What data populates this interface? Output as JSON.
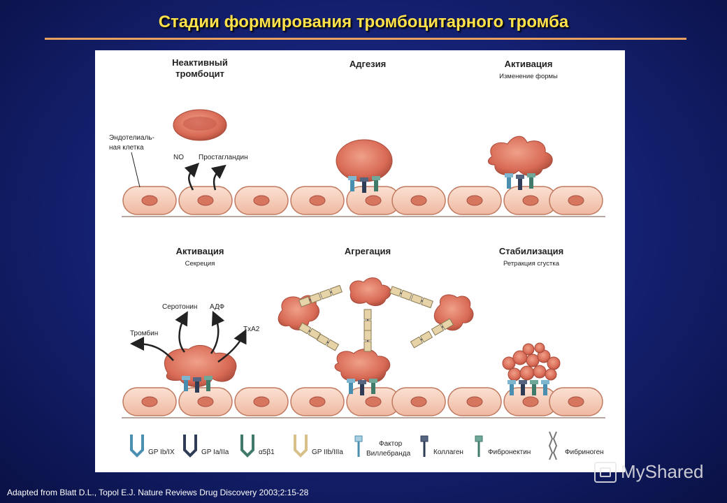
{
  "title": "Стадии формирования тромбоцитарного тромба",
  "citation": "Adapted from Blatt D.L., Topol E.J. Nature Reviews Drug Discovery 2003;2:15-28",
  "watermark": "MyShared",
  "stages_top": {
    "inactive": {
      "line1": "Неактивный",
      "line2": "тромбоцит"
    },
    "adhesion": "Адгезия",
    "activation_shape": {
      "title": "Активация",
      "subtitle": "Изменение формы"
    }
  },
  "stages_bottom": {
    "activation_secretion": {
      "title": "Активация",
      "subtitle": "Секреция"
    },
    "aggregation": "Агрегация",
    "stabilization": {
      "title": "Стабилизация",
      "subtitle": "Ретракция сгустка"
    }
  },
  "labels": {
    "endothelial_line1": "Эндотелиаль-",
    "endothelial_line2": "ная клетка",
    "no": "NO",
    "prostaglandin": "Простагландин",
    "serotonin": "Серотонин",
    "adp": "АДФ",
    "thrombin": "Тромбин",
    "txa2": "TxA2"
  },
  "legend": {
    "gp1b": "GP Ib/IX",
    "gp1a": "GP Ia/IIa",
    "a5b1": "α5β1",
    "gp2b": "GP IIb/IIIa",
    "vwf_line1": "Фактор",
    "vwf_line2": "Виллебранда",
    "collagen": "Коллаген",
    "fibronectin": "Фибронектин",
    "fibrinogen": "Фибриноген"
  },
  "colors": {
    "cell_fill": "#f5c9b4",
    "cell_stroke": "#c07a60",
    "nucleus": "#d6765e",
    "platelet": "#d8705c",
    "receptor_blue": "#4a8fb0",
    "receptor_dark": "#2e3d55",
    "receptor_green": "#3f7a6a",
    "receptor_tan": "#d8c08a"
  }
}
